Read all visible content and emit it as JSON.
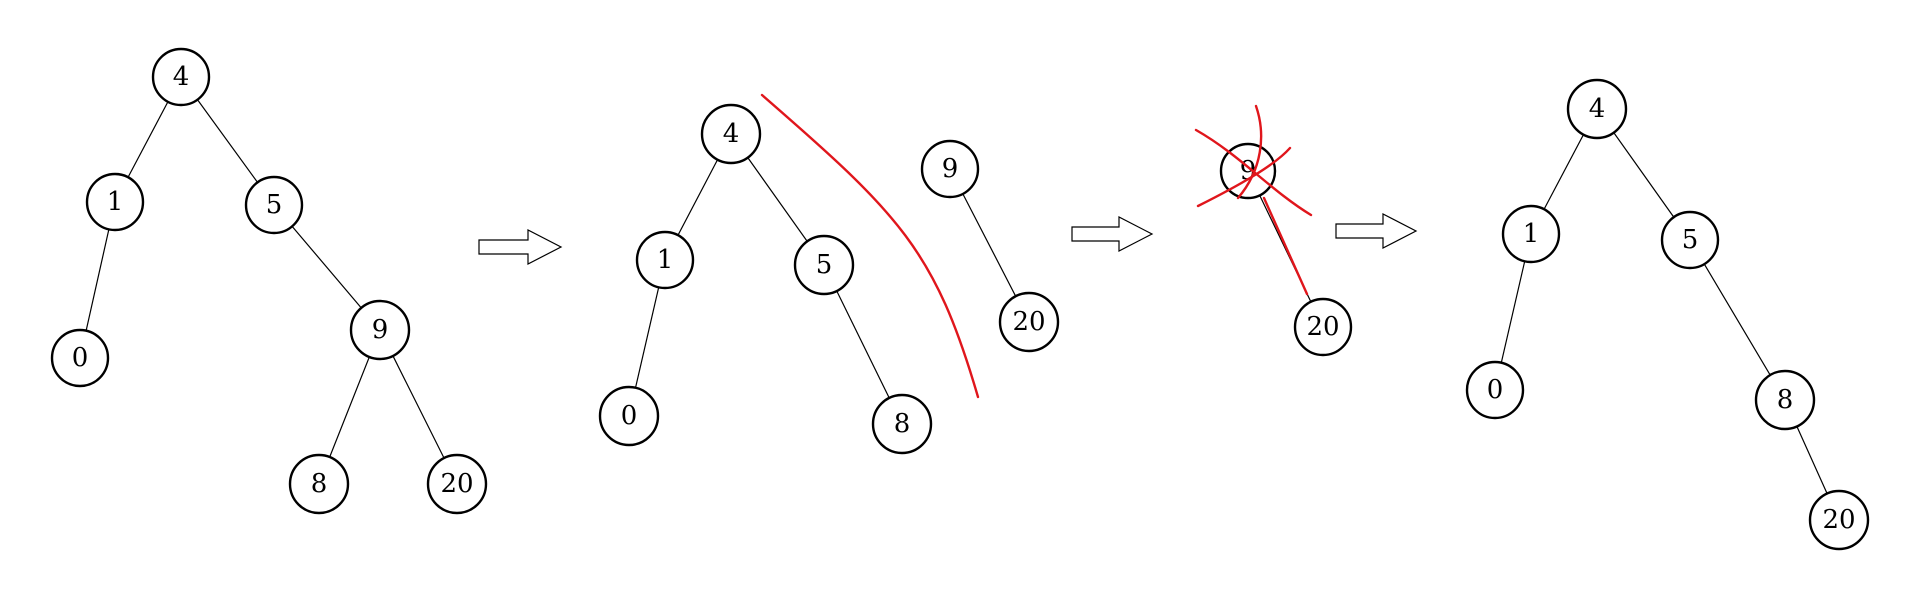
{
  "colors": {
    "node_stroke": "#000000",
    "edge": "#000000",
    "mark": "#e0161c",
    "background": "#ffffff"
  },
  "trees": [
    {
      "name": "original-tree",
      "nodes": [
        {
          "id": "t1-4",
          "label": "4"
        },
        {
          "id": "t1-1",
          "label": "1"
        },
        {
          "id": "t1-5",
          "label": "5"
        },
        {
          "id": "t1-0",
          "label": "0"
        },
        {
          "id": "t1-9",
          "label": "9"
        },
        {
          "id": "t1-8",
          "label": "8"
        },
        {
          "id": "t1-20",
          "label": "20"
        }
      ],
      "edges": [
        [
          "t1-4",
          "t1-1"
        ],
        [
          "t1-4",
          "t1-5"
        ],
        [
          "t1-1",
          "t1-0"
        ],
        [
          "t1-5",
          "t1-9"
        ],
        [
          "t1-9",
          "t1-8"
        ],
        [
          "t1-9",
          "t1-20"
        ]
      ]
    },
    {
      "name": "split-tree",
      "nodes": [
        {
          "id": "t2-4",
          "label": "4"
        },
        {
          "id": "t2-1",
          "label": "1"
        },
        {
          "id": "t2-5",
          "label": "5"
        },
        {
          "id": "t2-0",
          "label": "0"
        },
        {
          "id": "t2-8",
          "label": "8"
        }
      ],
      "edges": [
        [
          "t2-4",
          "t2-1"
        ],
        [
          "t2-4",
          "t2-5"
        ],
        [
          "t2-1",
          "t2-0"
        ],
        [
          "t2-5",
          "t2-8"
        ]
      ]
    },
    {
      "name": "split-subtree",
      "nodes": [
        {
          "id": "t2b-9",
          "label": "9"
        },
        {
          "id": "t2b-20",
          "label": "20"
        }
      ],
      "edges": [
        [
          "t2b-9",
          "t2b-20"
        ]
      ]
    },
    {
      "name": "deleted-node-tree",
      "nodes": [
        {
          "id": "t3-9",
          "label": "9"
        },
        {
          "id": "t3-20",
          "label": "20"
        }
      ],
      "edges": [
        [
          "t3-9",
          "t3-20"
        ]
      ]
    },
    {
      "name": "result-tree",
      "nodes": [
        {
          "id": "t4-4",
          "label": "4"
        },
        {
          "id": "t4-1",
          "label": "1"
        },
        {
          "id": "t4-5",
          "label": "5"
        },
        {
          "id": "t4-0",
          "label": "0"
        },
        {
          "id": "t4-8",
          "label": "8"
        },
        {
          "id": "t4-20",
          "label": "20"
        }
      ],
      "edges": [
        [
          "t4-4",
          "t4-1"
        ],
        [
          "t4-4",
          "t4-5"
        ],
        [
          "t4-1",
          "t4-0"
        ],
        [
          "t4-5",
          "t4-8"
        ],
        [
          "t4-8",
          "t4-20"
        ]
      ]
    }
  ]
}
